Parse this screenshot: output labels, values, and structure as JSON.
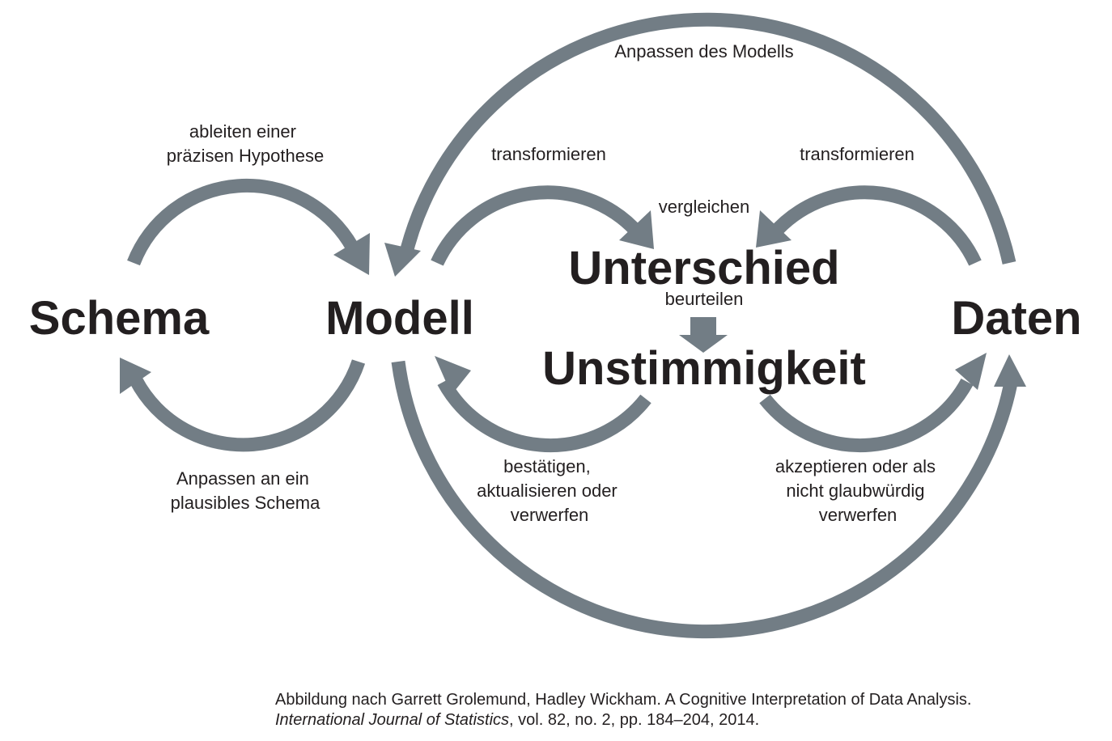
{
  "nodes": {
    "schema": "Schema",
    "modell": "Modell",
    "unterschied": "Unterschied",
    "unstimmigkeit": "Unstimmigkeit",
    "daten": "Daten"
  },
  "edges": {
    "ableiten": [
      "ableiten einer",
      "präzisen Hypothese"
    ],
    "anpassen_schema": [
      "Anpassen an ein",
      "plausibles Schema"
    ],
    "transformieren_left": "transformieren",
    "transformieren_right": "transformieren",
    "vergleichen": "vergleichen",
    "beurteilen": "beurteilen",
    "bestaetigen": [
      "bestätigen,",
      "aktualisieren oder",
      "verwerfen"
    ],
    "akzeptieren": [
      "akzeptieren oder als",
      "nicht glaubwürdig",
      "verwerfen"
    ],
    "anpassen_modell": "Anpassen des Modells"
  },
  "citation": {
    "line1": "Abbildung nach Garrett Grolemund, Hadley Wickham. A Cognitive Interpretation of Data Analysis.",
    "journal": "International Journal of Statistics",
    "rest": ", vol. 82, no. 2, pp. 184–204, 2014."
  },
  "colors": {
    "arrow": "#727d85",
    "text": "#231f20"
  }
}
